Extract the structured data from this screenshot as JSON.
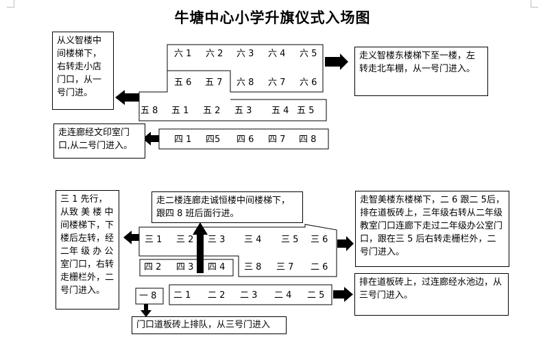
{
  "title": "牛塘中心小学升旗仪式入场图",
  "notes": {
    "top_left": "从义智楼中间楼梯下，右转走小店门口，从一号门进。",
    "top_right": "走义智楼东楼梯下至一楼，左转走北车棚，从一号门进入。",
    "mid_left": "走连廊经文印室门口,从二号门进入。",
    "bottom_left": "三 1 先行，从致 美 楼 中 间楼梯下，下楼后左转，经二年 级 办 公 室门口，右转走栅栏外，二号门进入。",
    "bottom_center": "走二楼连廊走诚恒楼中间楼梯下，跟四 8 班后面行进。",
    "bottom_right": "走智美楼东楼梯下，二 6 跟二 5后，排在道板砖上，三年级右转从二年级教室门口连廊下走过二年级办公室门口，跟在三 5 后右转走栅栏外，二号门进入。",
    "bottom_right2": "排在道板砖上，过连廊经水池边，从三号门进入。",
    "bottom_small": "门口道板砖上排队，从三号门进入"
  },
  "grade6": {
    "row1": [
      "六 1",
      "六 2",
      "六 3",
      "六 4",
      "六 5"
    ],
    "row2": [
      "六 8",
      "六 7",
      "六 6"
    ],
    "tail": [
      "五 6",
      "五 7"
    ]
  },
  "grade5": [
    "五 8",
    "五 1",
    "五 2",
    "五 3",
    "五 4",
    "五 5"
  ],
  "grade4": [
    "四 1",
    "四5",
    "四 6",
    "四 7",
    "四 8"
  ],
  "grade3": {
    "row1": [
      "三 1",
      "三 2",
      "三 3",
      "三 4",
      "三 5"
    ],
    "turn": "三 6",
    "row2": [
      "三 8",
      "三 7",
      "二 6"
    ]
  },
  "grade4b": [
    "四 2",
    "四 3",
    "四 4"
  ],
  "grade2": [
    "二 1",
    "二 2",
    "二 3",
    "二 4",
    "二 5"
  ],
  "grade1": "一 8"
}
